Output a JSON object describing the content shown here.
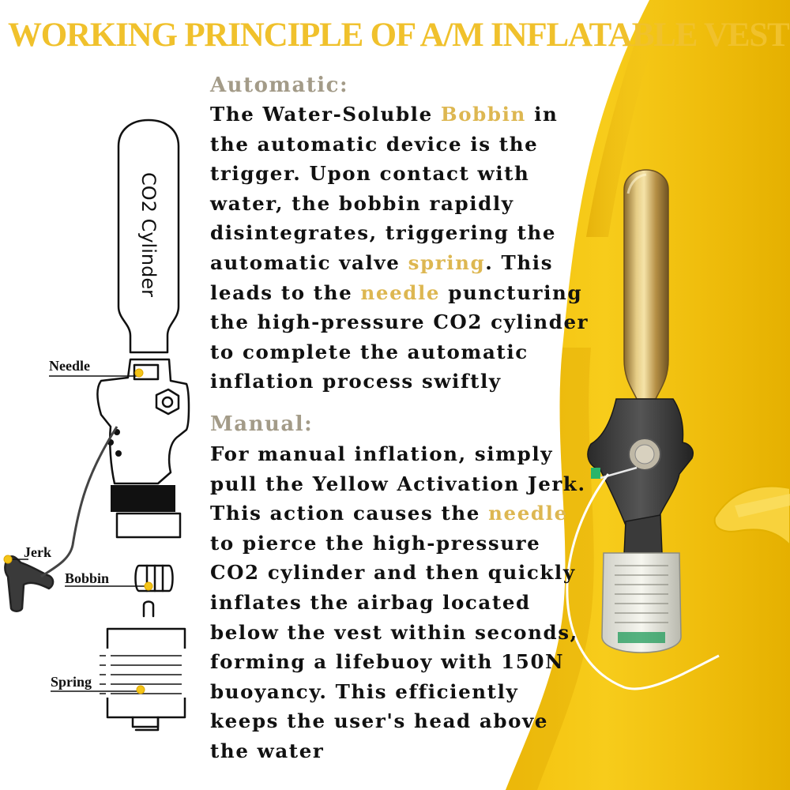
{
  "title": "WORKING PRINCIPLE OF A/M INFLATABLE VEST",
  "automatic": {
    "heading": "Automatic:",
    "lines": [
      [
        "The Water-Soluble ",
        "Bobbin",
        " in"
      ],
      [
        "the automatic device is the"
      ],
      [
        "trigger. Upon contact with"
      ],
      [
        "water, the bobbin rapidly"
      ],
      [
        "disintegrates, triggering the"
      ],
      [
        "automatic valve ",
        "spring",
        ". This"
      ],
      [
        "leads to the ",
        "needle",
        " puncturing"
      ],
      [
        "the high-pressure CO2 cylinder"
      ],
      [
        "to complete the automatic"
      ],
      [
        "inflation process swiftly"
      ]
    ]
  },
  "manual": {
    "heading": "Manual:",
    "lines": [
      [
        "For manual inflation, simply"
      ],
      [
        "pull the Yellow Activation Jerk."
      ],
      [
        "This action causes the ",
        "needle",
        ""
      ],
      [
        "to pierce the high-pressure"
      ],
      [
        "CO2 cylinder and then quickly"
      ],
      [
        "inflates the airbag located"
      ],
      [
        "below the vest within seconds,"
      ],
      [
        "forming a lifebuoy with 150N"
      ],
      [
        "buoyancy. This efficiently"
      ],
      [
        "keeps the user's head above"
      ],
      [
        "the water"
      ]
    ]
  },
  "diagram": {
    "cylinder_label": "CO2 Cylinder",
    "needle_label": "Needle",
    "jerk_label": "Jerk",
    "bobbin_label": "Bobbin",
    "spring_label": "Spring"
  },
  "colors": {
    "title": "#f0c12c",
    "highlight": "#ddb751",
    "heading": "#a39b88",
    "vest": "#f6c915",
    "marker": "#f3c419"
  }
}
